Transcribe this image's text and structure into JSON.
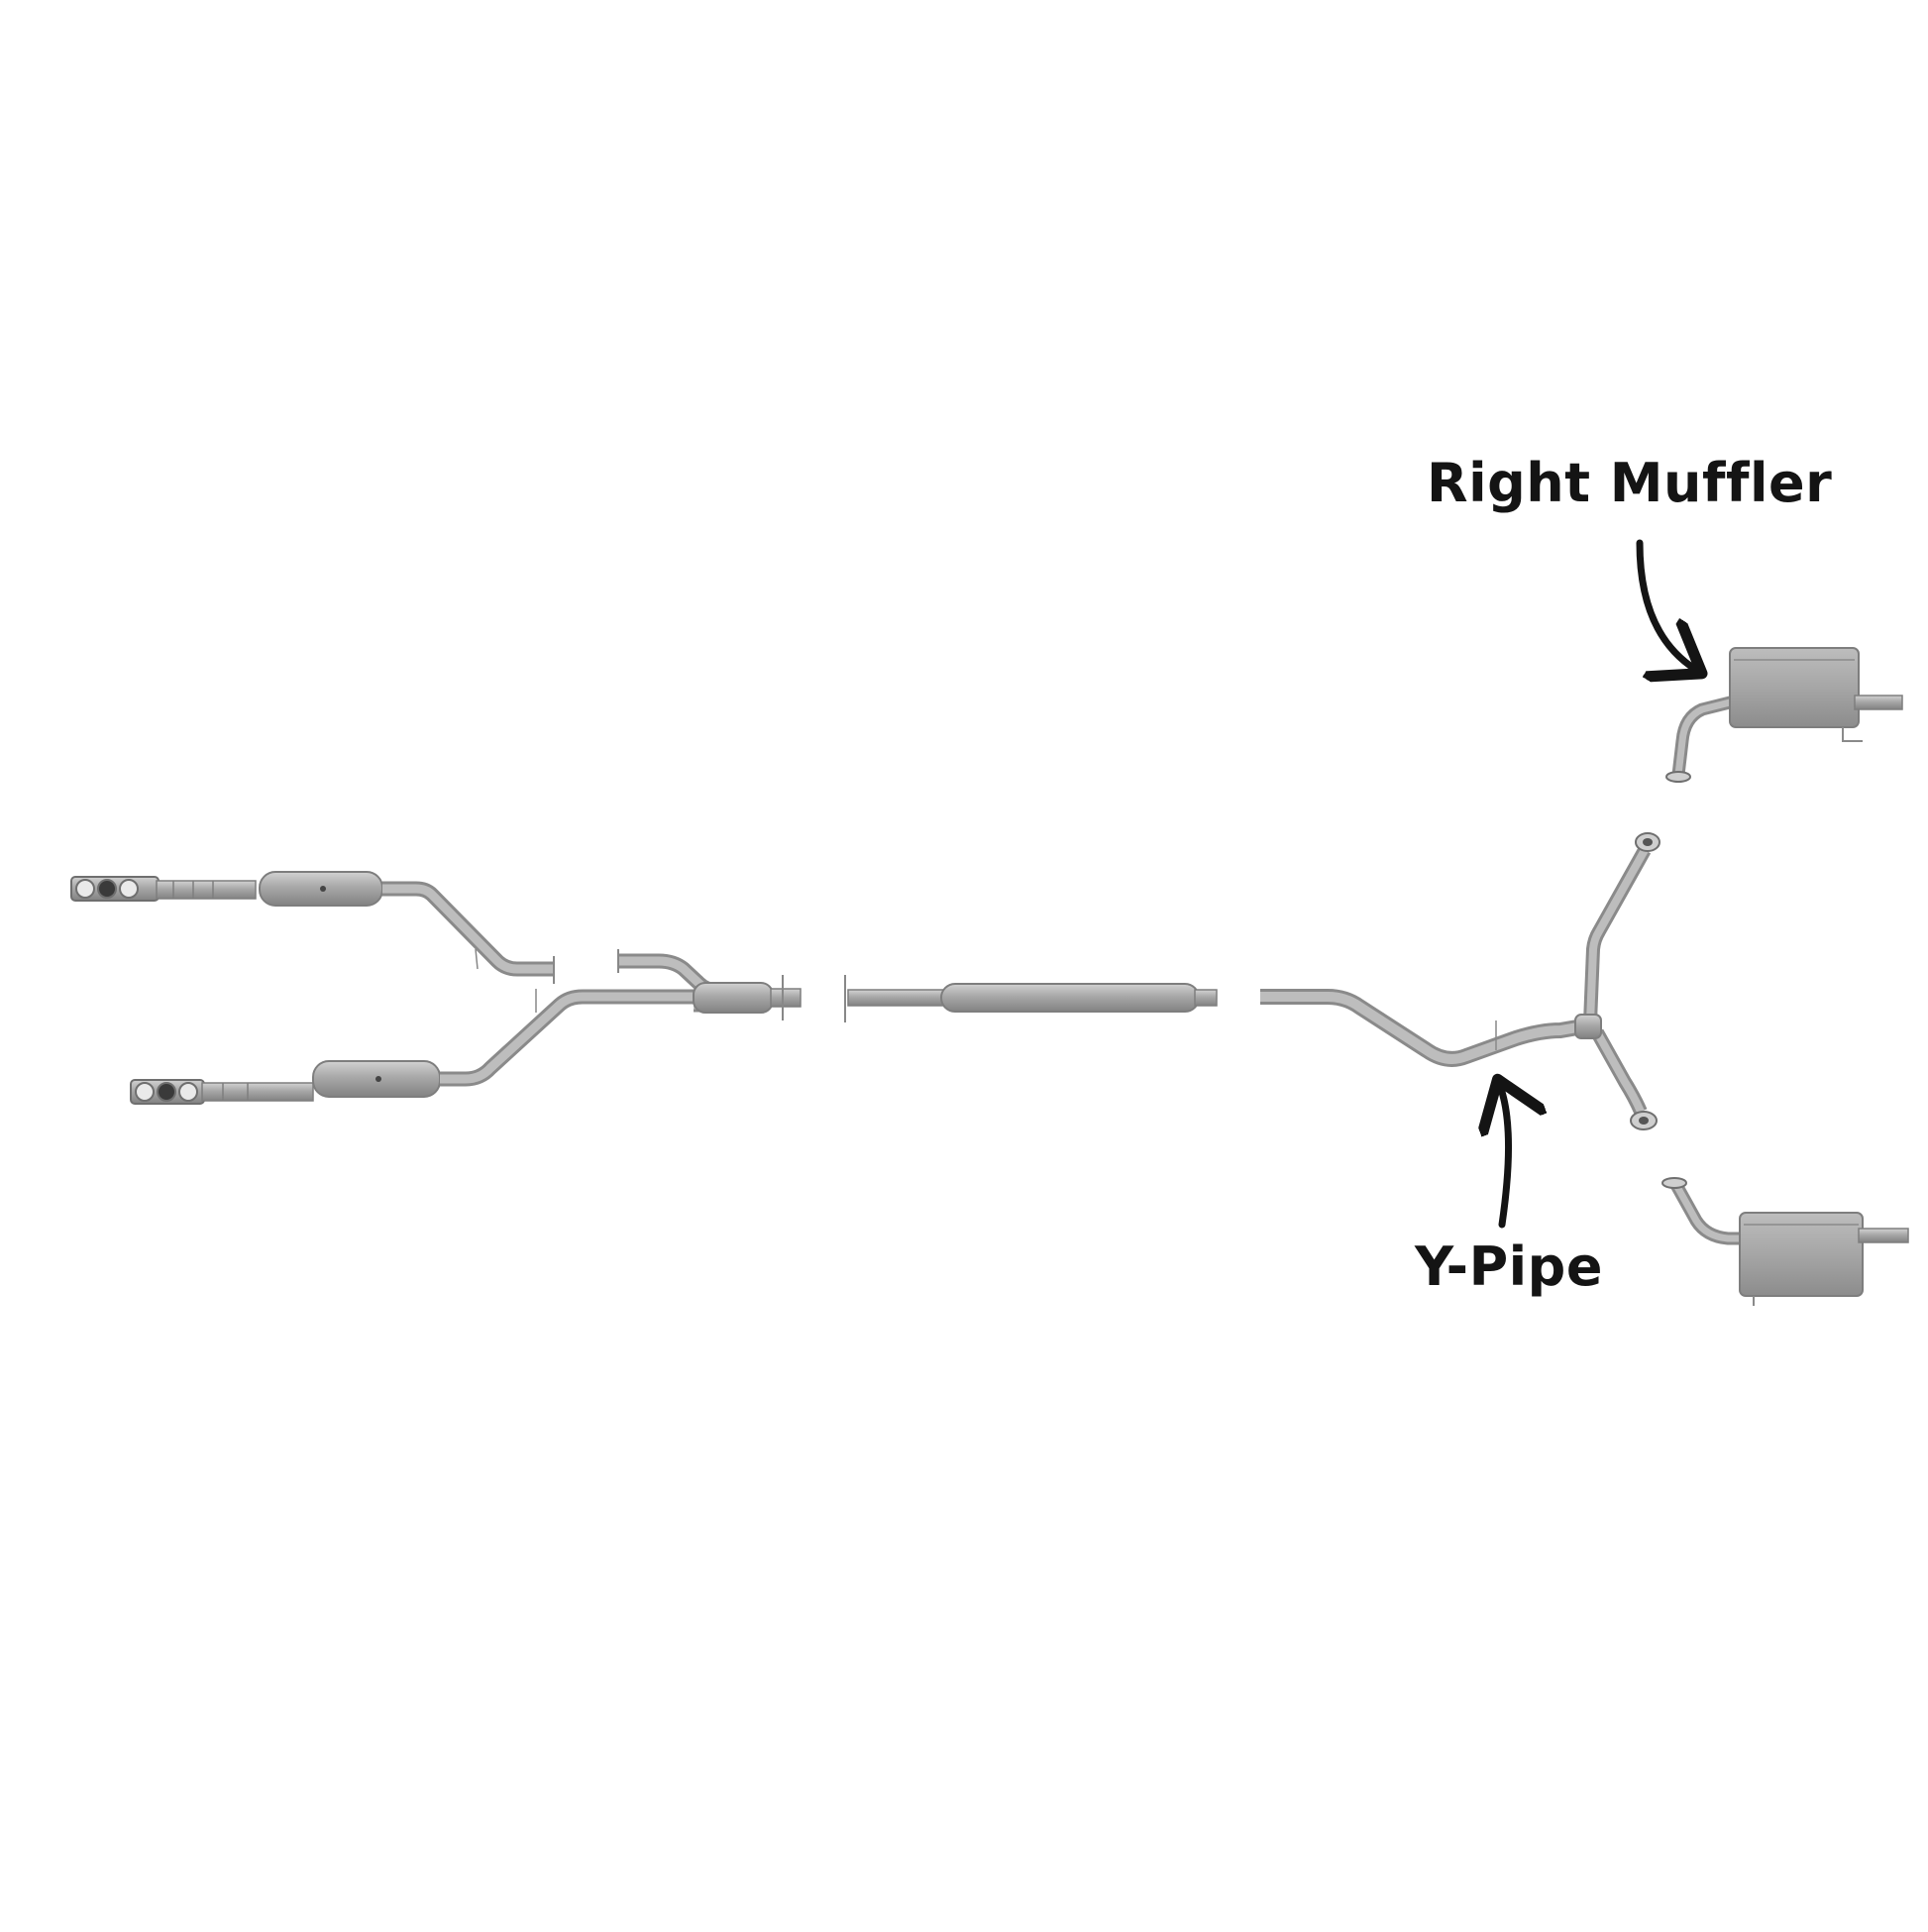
{
  "callouts": {
    "right_muffler": "Right Muffler",
    "y_pipe": "Y-Pipe"
  },
  "colors": {
    "background": "#ffffff",
    "pipe_metal": "#a3a3a3",
    "pipe_edge": "#7e7e7e",
    "label_text": "#141414",
    "arrow": "#141414"
  },
  "components": [
    "upper-exhaust-manifold",
    "upper-catalytic-converter",
    "lower-exhaust-manifold",
    "lower-catalytic-converter",
    "front-merge-pipe",
    "center-resonator-pipe",
    "rear-y-pipe",
    "right-muffler",
    "left-muffler"
  ]
}
